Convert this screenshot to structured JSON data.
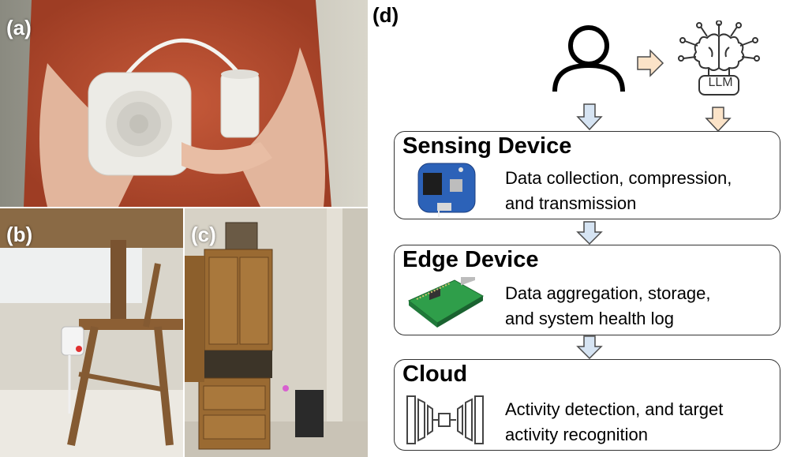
{
  "panel_labels": {
    "a": "(a)",
    "b": "(b)",
    "c": "(c)",
    "d": "(d)"
  },
  "llm_label": "LLM",
  "boxes": [
    {
      "title": "Sensing Device",
      "line1": "Data collection, compression,",
      "line2": "and transmission"
    },
    {
      "title": "Edge Device",
      "line1": "Data aggregation, storage,",
      "line2": "and system health log"
    },
    {
      "title": "Cloud",
      "line1": "Activity detection, and target",
      "line2": "activity recognition"
    }
  ],
  "colors": {
    "blue_arrow": "#d6e4f3",
    "orange_arrow": "#fbe3c8",
    "arrow_stroke": "#4a4a4a"
  }
}
